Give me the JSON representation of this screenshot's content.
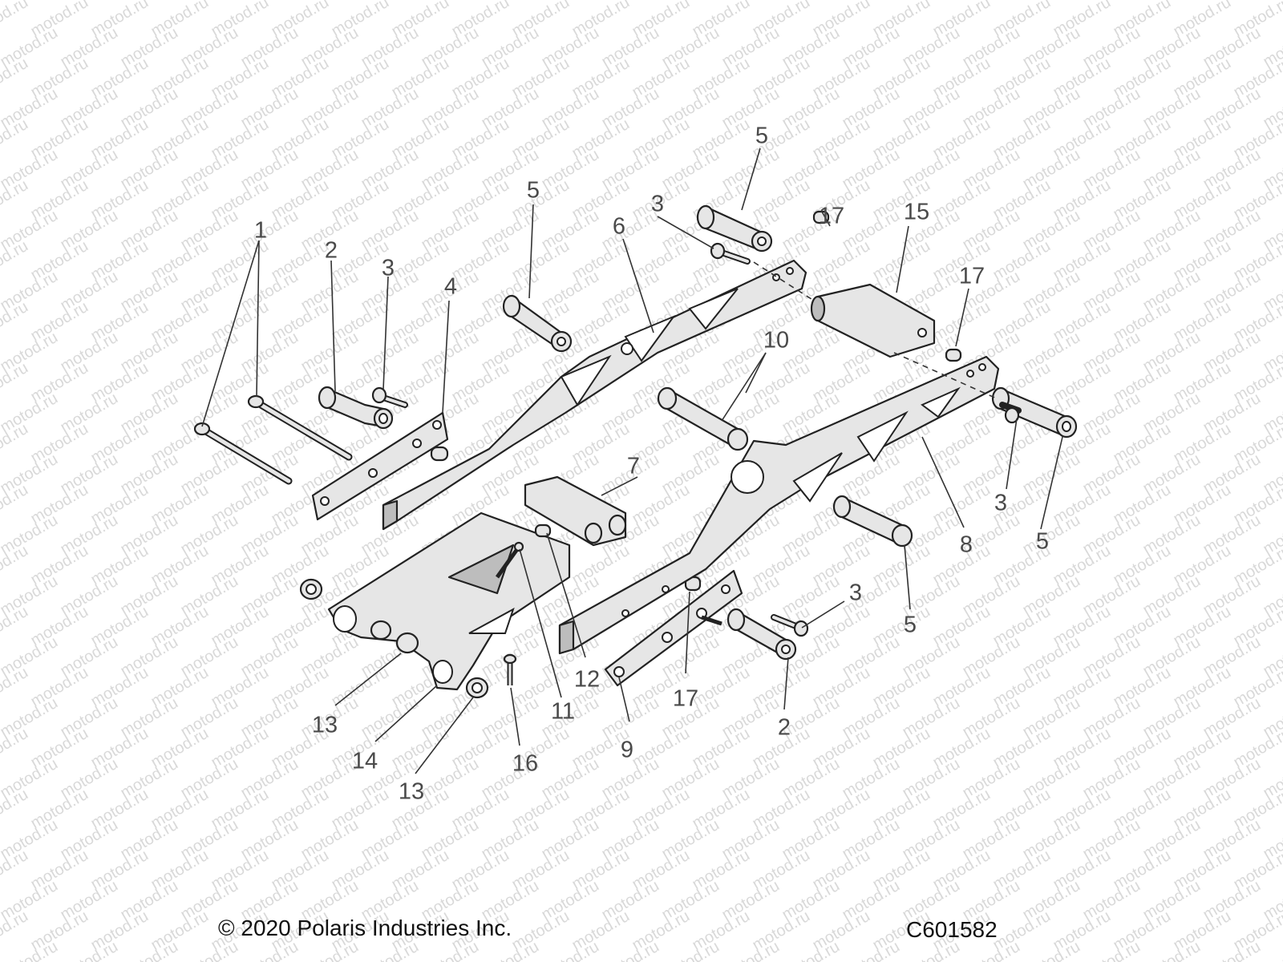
{
  "watermark": {
    "text": "motod.ru"
  },
  "callouts": [
    {
      "id": "c1",
      "text": "1"
    },
    {
      "id": "c2a",
      "text": "2"
    },
    {
      "id": "c2b",
      "text": "2"
    },
    {
      "id": "c3a",
      "text": "3"
    },
    {
      "id": "c3b",
      "text": "3"
    },
    {
      "id": "c3c",
      "text": "3"
    },
    {
      "id": "c3d",
      "text": "3"
    },
    {
      "id": "c4",
      "text": "4"
    },
    {
      "id": "c5a",
      "text": "5"
    },
    {
      "id": "c5b",
      "text": "5"
    },
    {
      "id": "c5c",
      "text": "5"
    },
    {
      "id": "c5d",
      "text": "5"
    },
    {
      "id": "c6",
      "text": "6"
    },
    {
      "id": "c7",
      "text": "7"
    },
    {
      "id": "c8",
      "text": "8"
    },
    {
      "id": "c9",
      "text": "9"
    },
    {
      "id": "c10",
      "text": "10"
    },
    {
      "id": "c11",
      "text": "11"
    },
    {
      "id": "c12",
      "text": "12"
    },
    {
      "id": "c13a",
      "text": "13"
    },
    {
      "id": "c13b",
      "text": "13"
    },
    {
      "id": "c14",
      "text": "14"
    },
    {
      "id": "c15",
      "text": "15"
    },
    {
      "id": "c16",
      "text": "16"
    },
    {
      "id": "c17a",
      "text": "17"
    },
    {
      "id": "c17b",
      "text": "17"
    },
    {
      "id": "c17c",
      "text": "17"
    }
  ],
  "footer": {
    "copyright": "© 2020 Polaris Industries Inc.",
    "code": "C601582"
  }
}
